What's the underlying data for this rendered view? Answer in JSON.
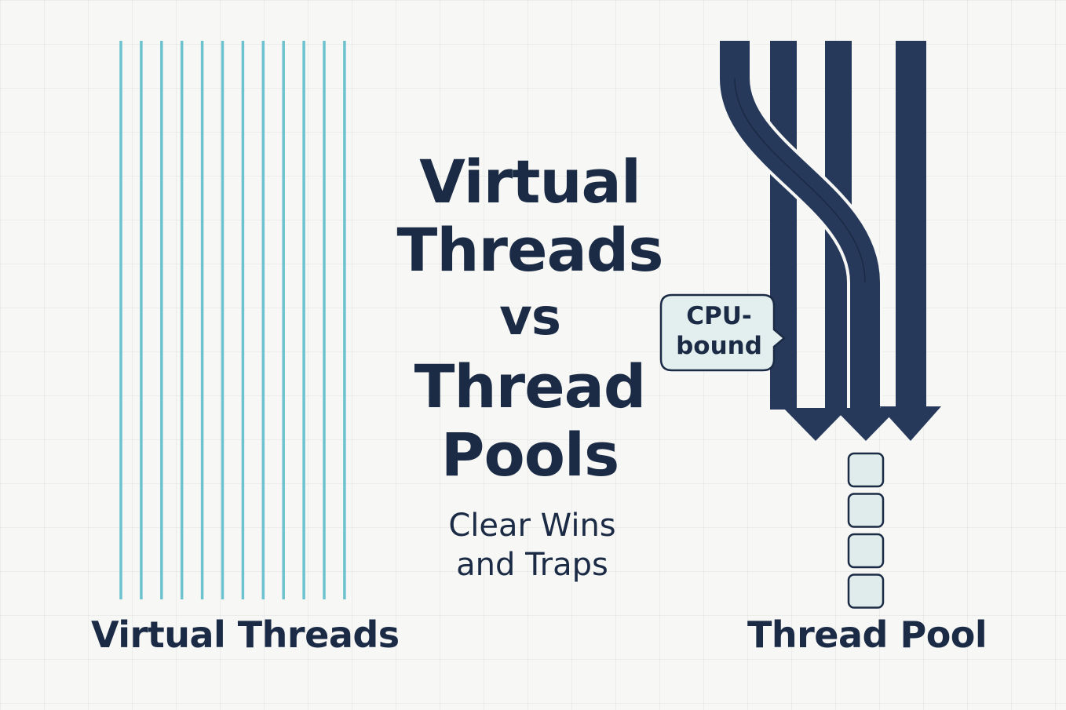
{
  "title": {
    "line1": "Virtual",
    "line2": "Threads",
    "line3": "vs",
    "line4": "Thread",
    "line5": "Pools"
  },
  "subtitle": {
    "line1": "Clear Wins",
    "line2": "and Traps"
  },
  "left_panel": {
    "label": "Virtual Threads",
    "thread_count": 12,
    "thread_color": "#6cc3cf"
  },
  "right_panel": {
    "label": "Thread Pool",
    "stream_count": 4,
    "arrow_count": 3,
    "queue_slots": 4,
    "stream_color": "#26395a",
    "slot_fill": "#dfeceb"
  },
  "callout": {
    "line1": "CPU-",
    "line2": "bound"
  },
  "colors": {
    "text": "#1b2b45",
    "background": "#f7f7f5"
  }
}
